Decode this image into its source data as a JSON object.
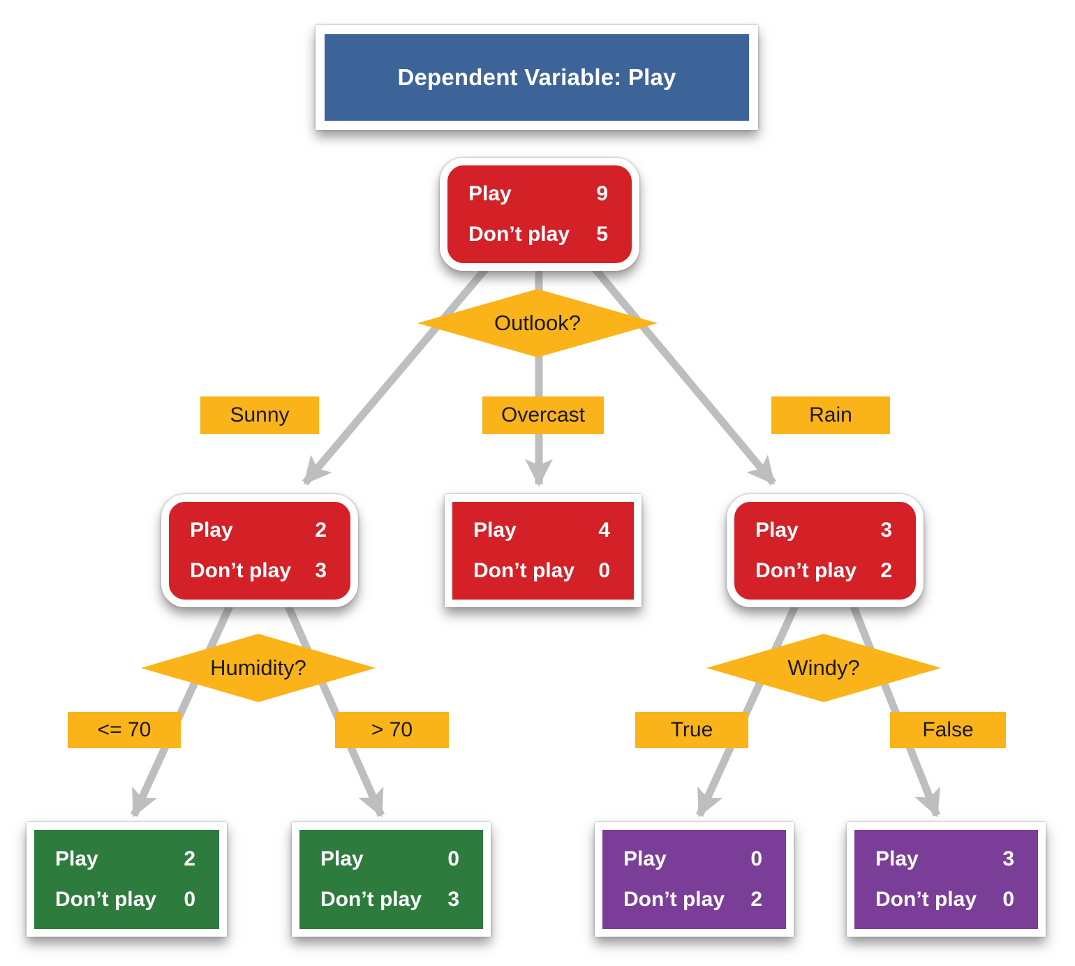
{
  "title": "Dependent Variable: Play",
  "row_labels": {
    "play": "Play",
    "dont_play": "Don’t play"
  },
  "decisions": {
    "outlook": "Outlook?",
    "humidity": "Humidity?",
    "windy": "Windy?"
  },
  "branch_labels": {
    "sunny": "Sunny",
    "overcast": "Overcast",
    "rain": "Rain",
    "humidity_le": "<= 70",
    "humidity_gt": "> 70",
    "windy_true": "True",
    "windy_false": "False"
  },
  "counts": {
    "root": {
      "play": "9",
      "dont_play": "5"
    },
    "sunny": {
      "play": "2",
      "dont_play": "3"
    },
    "overcast": {
      "play": "4",
      "dont_play": "0"
    },
    "rain": {
      "play": "3",
      "dont_play": "2"
    },
    "humidity_le": {
      "play": "2",
      "dont_play": "0"
    },
    "humidity_gt": {
      "play": "0",
      "dont_play": "3"
    },
    "windy_true": {
      "play": "0",
      "dont_play": "2"
    },
    "windy_false": {
      "play": "3",
      "dont_play": "0"
    }
  },
  "colors": {
    "title-bg": "#3D6499",
    "node-red": "#D32127",
    "leaf-green": "#2E7B3E",
    "leaf-purple": "#7B3E98",
    "decision-yellow": "#FBB31A",
    "arrow-gray": "#BCBEC0",
    "node-text": "#FFFFFF",
    "decision-text": "#1A1A1A"
  }
}
